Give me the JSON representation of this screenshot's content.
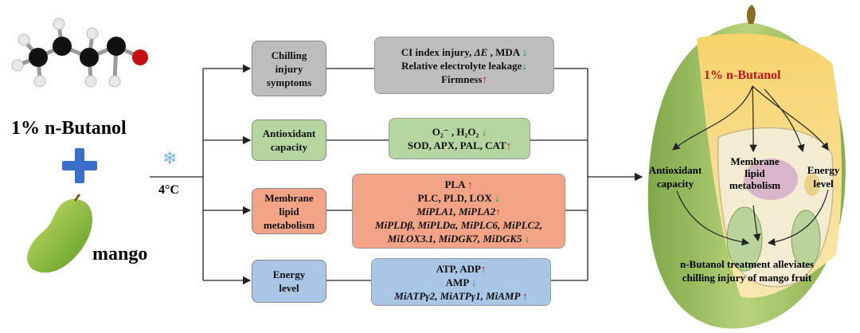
{
  "left": {
    "treatment": "1% n-Butanol",
    "fruit": "mango",
    "temperature": "4°C"
  },
  "categories": [
    {
      "label_lines": [
        "Chilling",
        "injury",
        "symptoms"
      ],
      "color": "#bdbdbd"
    },
    {
      "label_lines": [
        "Antioxidant",
        "capacity"
      ],
      "color": "#b5d6a0"
    },
    {
      "label_lines": [
        "Membrane",
        "lipid",
        "metabolism"
      ],
      "color": "#f3a487"
    },
    {
      "label_lines": [
        "Energy",
        "level"
      ],
      "color": "#a9c6e6"
    }
  ],
  "results": {
    "chilling": {
      "l1": "CI index injury, ",
      "l1_em": "ΔE",
      "l1_tail": " , MDA",
      "l2": "Relative electrolyte leakage",
      "l3": "Firmness"
    },
    "antioxidant": {
      "l1": "O₂⁻ , H₂O₂",
      "l2": "SOD, APX,  PAL,  CAT"
    },
    "membrane": {
      "l1": "PLA",
      "l2": "PLC, PLD, LOX",
      "l3": "MiPLA1, MiPLA2",
      "l4": "MiPLDβ, MiPLDα, MiPLC6, MiPLC2,",
      "l5": "MiLOX3.1, MiDGK7, MiDGK5"
    },
    "energy": {
      "l1": "ATP, ADP",
      "l2": "AMP",
      "l3": "MiATPγ2, MiATPγ1, MiAMP"
    }
  },
  "arrows": {
    "up": "↑",
    "down": "↓"
  },
  "icons": {
    "snowflake": "❄"
  },
  "right": {
    "title": "1% n-Butanol",
    "antioxidant": [
      "Antioxidant",
      "capacity"
    ],
    "membrane": [
      "Membrane",
      "lipid",
      "metabolism"
    ],
    "energy": [
      "Energy",
      "level"
    ],
    "conclusion": [
      "n-Butanol treatment alleviates",
      "chilling injury of mango fruit"
    ]
  },
  "colors": {
    "up": "#d51313",
    "down": "#1e9a2e",
    "title_red": "#c4161c",
    "plus": "#3a6fc9"
  }
}
